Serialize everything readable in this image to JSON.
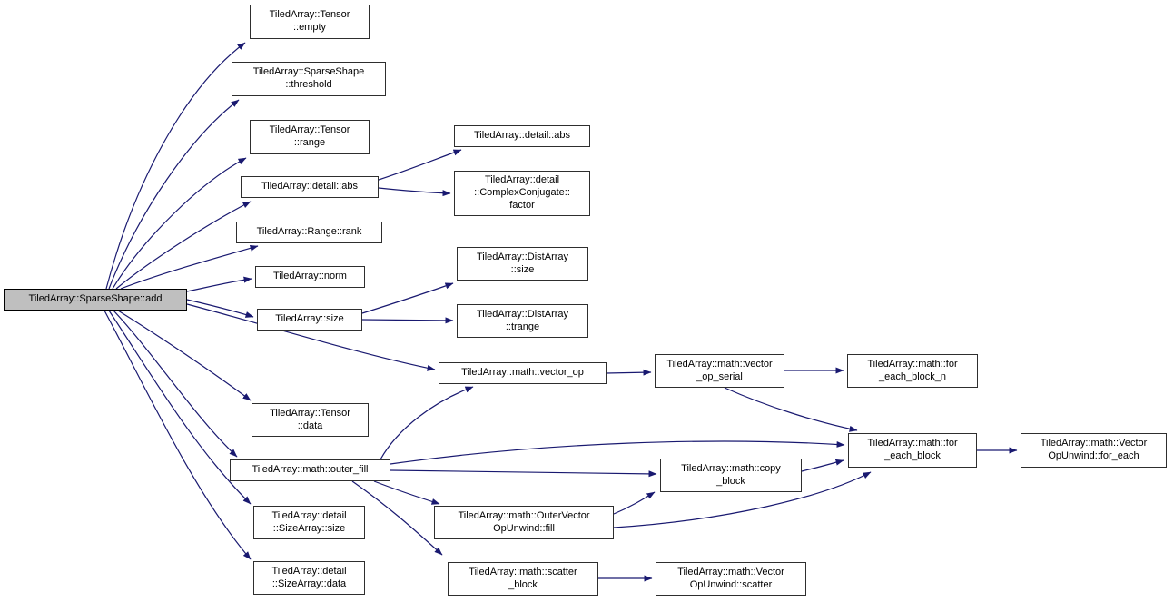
{
  "diagram": {
    "type": "call-graph",
    "colors": {
      "edge": "#191970",
      "node_background": "#ffffff",
      "node_border": "#2e2e2e",
      "main_node_background": "#bfbfbf",
      "text": "#000000"
    },
    "nodes": {
      "add": {
        "label": "TiledArray::SparseShape::add"
      },
      "tensor_empty": {
        "label": "TiledArray::Tensor\n::empty"
      },
      "sparseshape_threshold": {
        "label": "TiledArray::SparseShape\n::threshold"
      },
      "tensor_range": {
        "label": "TiledArray::Tensor\n::range"
      },
      "detail_abs_caller": {
        "label": "TiledArray::detail::abs"
      },
      "range_rank": {
        "label": "TiledArray::Range::rank"
      },
      "norm": {
        "label": "TiledArray::norm"
      },
      "size": {
        "label": "TiledArray::size"
      },
      "tensor_data": {
        "label": "TiledArray::Tensor\n::data"
      },
      "outer_fill": {
        "label": "TiledArray::math::outer_fill"
      },
      "sizearray_size": {
        "label": "TiledArray::detail\n::SizeArray::size"
      },
      "sizearray_data": {
        "label": "TiledArray::detail\n::SizeArray::data"
      },
      "detail_abs": {
        "label": "TiledArray::detail::abs"
      },
      "complexconjugate_factor": {
        "label": "TiledArray::detail\n::ComplexConjugate::\nfactor"
      },
      "distarray_size": {
        "label": "TiledArray::DistArray\n::size"
      },
      "distarray_trange": {
        "label": "TiledArray::DistArray\n::trange"
      },
      "vector_op": {
        "label": "TiledArray::math::vector_op"
      },
      "outervectoropunwind_fill": {
        "label": "TiledArray::math::OuterVector\nOpUnwind::fill"
      },
      "scatter_block": {
        "label": "TiledArray::math::scatter\n_block"
      },
      "vector_op_serial": {
        "label": "TiledArray::math::vector\n_op_serial"
      },
      "copy_block": {
        "label": "TiledArray::math::copy\n_block"
      },
      "vectoropunwind_scatter": {
        "label": "TiledArray::math::Vector\nOpUnwind::scatter"
      },
      "for_each_block_n": {
        "label": "TiledArray::math::for\n_each_block_n"
      },
      "for_each_block": {
        "label": "TiledArray::math::for\n_each_block"
      },
      "vectoropunwind_for_each": {
        "label": "TiledArray::math::Vector\nOpUnwind::for_each"
      }
    }
  }
}
